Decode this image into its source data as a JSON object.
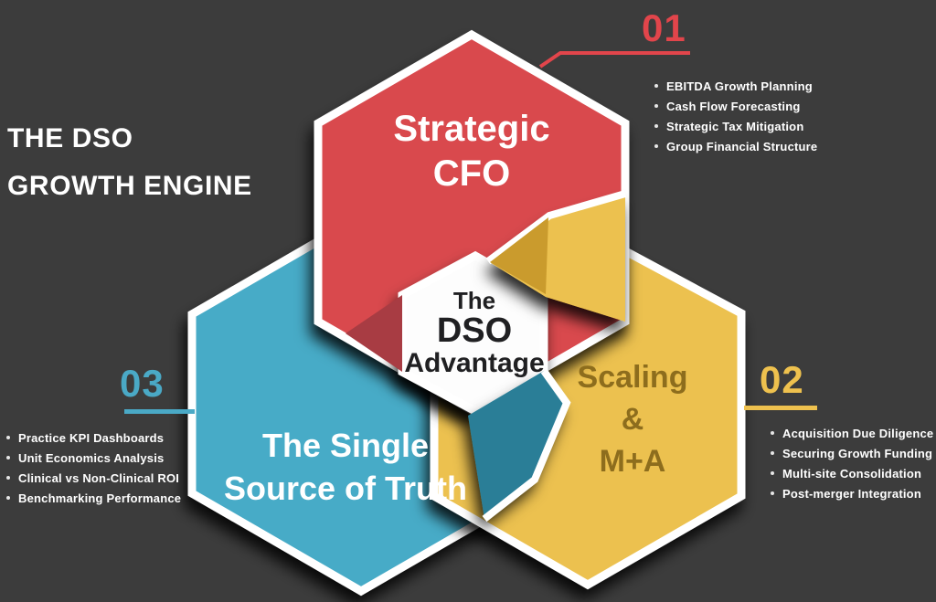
{
  "header": {
    "title_lines": [
      "THE DSO",
      "GROWTH ENGINE"
    ]
  },
  "center_hexagon": {
    "label_lines": [
      "The",
      "DSO",
      "Advantage"
    ]
  },
  "hexagons": {
    "red": {
      "label_lines": [
        "Strategic",
        "CFO"
      ],
      "color": "#d94a4e",
      "facet_color": "#a83c43"
    },
    "blue": {
      "label_lines": [
        "The Single",
        "Source of Truth"
      ],
      "color": "#47abc7",
      "facet_color": "#2c7e97"
    },
    "yellow": {
      "label_lines": [
        "Scaling",
        "&",
        "M+A"
      ],
      "color": "#ecc14f",
      "facet_color": "#ca9b2d",
      "text_color": "#8d6d1d"
    }
  },
  "callouts": {
    "one": {
      "number": "01",
      "color": "#e2454b",
      "items": [
        "EBITDA Growth Planning",
        "Cash Flow Forecasting",
        "Strategic Tax Mitigation",
        "Group Financial Structure"
      ]
    },
    "two": {
      "number": "02",
      "color": "#eec14e",
      "items": [
        "Acquisition Due Diligence",
        "Securing Growth Funding",
        "Multi-site Consolidation",
        "Post-merger Integration"
      ]
    },
    "three": {
      "number": "03",
      "color": "#4aa9c6",
      "items": [
        "Practice KPI Dashboards",
        "Unit Economics Analysis",
        "Clinical vs Non-Clinical ROI",
        "Benchmarking Performance"
      ]
    }
  },
  "palette": {
    "background": "#3c3c3c",
    "title_text": "#ffffff",
    "center_text": "#202022",
    "shadow": "#000000"
  }
}
